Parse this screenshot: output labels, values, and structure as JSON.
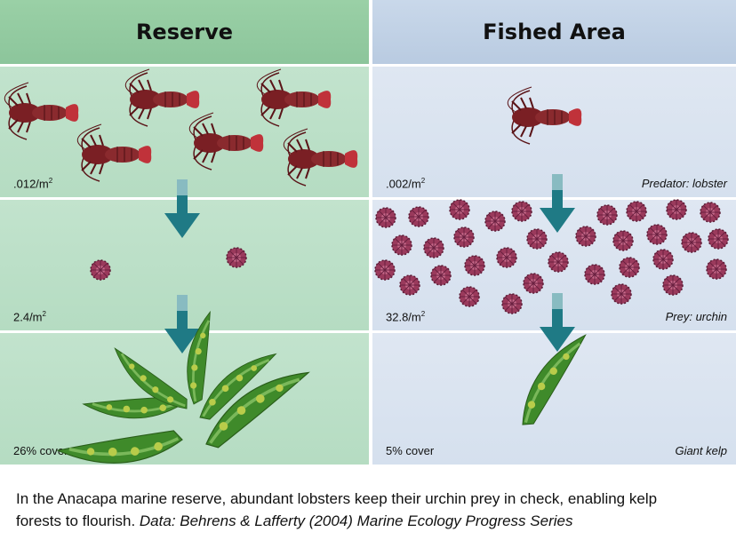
{
  "headers": {
    "reserve": "Reserve",
    "fished": "Fished Area"
  },
  "reserve": {
    "lobster_density": ".012/m",
    "urchin_density": "2.4/m",
    "kelp_cover": "26% cover"
  },
  "fished": {
    "lobster_density": ".002/m",
    "urchin_density": "32.8/m",
    "kelp_cover": "5% cover"
  },
  "sup": "2",
  "roles": {
    "predator": "Predator: lobster",
    "prey": "Prey: urchin",
    "kelp": "Giant kelp"
  },
  "caption": {
    "text": "In the Anacapa marine reserve, abundant lobsters keep their urchin prey in check, enabling kelp forests to flourish.",
    "source": "Data: Behrens & Lafferty (2004) Marine Ecology Progress Series"
  },
  "colors": {
    "reserve_header": "#8cc59b",
    "fished_header": "#b9cbe1",
    "arrow": "#1f7a85",
    "lobster": "#7a1f24",
    "urchin": "#8b2e4f",
    "kelp": "#3f8a2a"
  }
}
